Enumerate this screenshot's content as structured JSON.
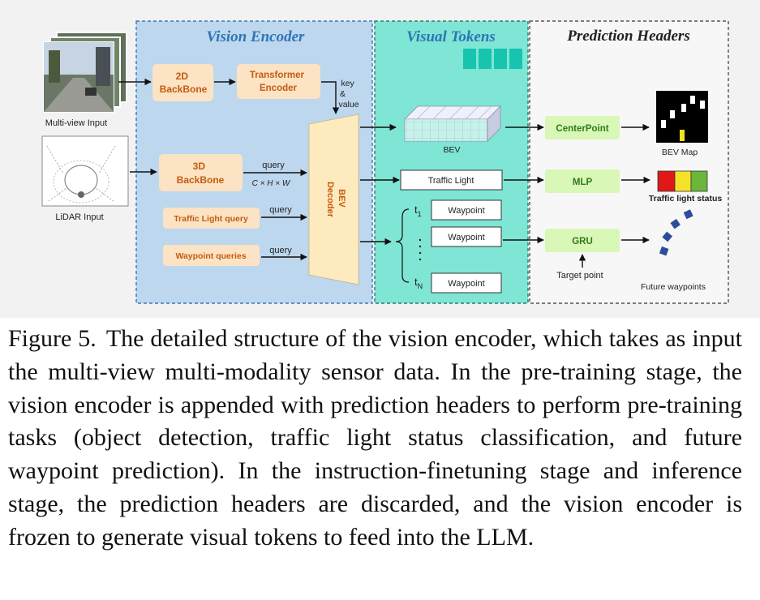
{
  "diagram": {
    "sections": {
      "vision_encoder": "Vision Encoder",
      "visual_tokens": "Visual Tokens",
      "prediction_headers": "Prediction Headers"
    },
    "inputs": {
      "multiview": "Multi-view Input",
      "lidar": "LiDAR Input"
    },
    "blocks": {
      "backbone_2d": [
        "2D",
        "BackBone"
      ],
      "transformer_encoder": [
        "Transformer",
        "Encoder"
      ],
      "backbone_3d": [
        "3D",
        "BackBone"
      ],
      "traffic_light_query": "Traffic Light query",
      "waypoint_queries": "Waypoint queries",
      "bev_decoder": [
        "BEV",
        "Decoder"
      ],
      "bev": "BEV",
      "traffic_light": "Traffic Light",
      "waypoint": "Waypoint",
      "centerpoint": "CenterPoint",
      "mlp": "MLP",
      "gru": "GRU"
    },
    "labels": {
      "key_value": [
        "key",
        "&",
        "value"
      ],
      "query": "query",
      "query_dims": "C × H × W",
      "t1": "t",
      "t1_sub": "1",
      "tN": "t",
      "tN_sub": "N",
      "bev_map": "BEV Map",
      "traffic_light_status": "Traffic light status",
      "target_point": "Target point",
      "future_waypoints": "Future waypoints"
    },
    "colors": {
      "figure_bg": "#f2f2f2",
      "vision_encoder_bg": "#bdd7ee",
      "visual_tokens_bg": "#7fe5d4",
      "prediction_bg": "#f7f7f7",
      "orange_block": "#fbe3c3",
      "orange_text": "#c55a11",
      "green_block": "#d9f7b7",
      "green_text": "#2f7a1a",
      "decoder": "#fdebbf",
      "token_teal": "#17c4b0",
      "waypoint_dot": "#2d4d9b",
      "light_red": "#e01818",
      "light_yellow": "#f6e12a",
      "light_green": "#6ab73b"
    }
  },
  "caption": {
    "label": "Figure 5.",
    "text": "The detailed structure of the vision encoder, which takes as input the multi-view multi-modality sensor data. In the pre-training stage, the vision encoder is appended with prediction headers to perform pre-training tasks (object detection, traffic light status classification, and future waypoint prediction). In the instruction-finetuning stage and inference stage, the prediction headers are discarded, and the vision encoder is frozen to generate visual tokens to feed into the LLM."
  }
}
